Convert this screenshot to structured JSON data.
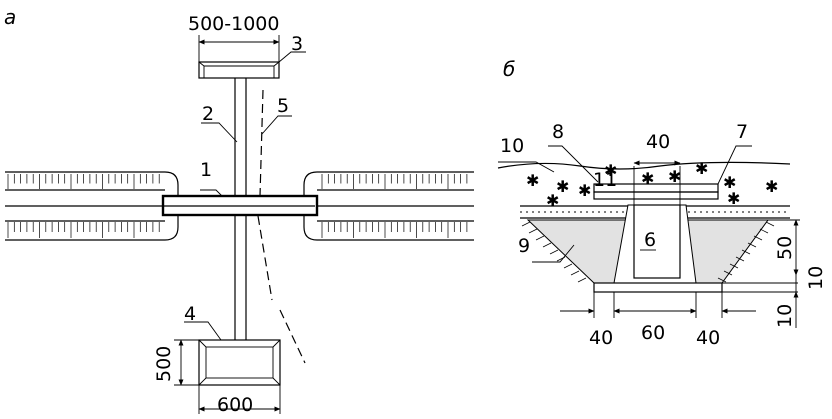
{
  "panels": {
    "a": "а",
    "b": "б"
  },
  "plan_view": {
    "dims": {
      "top_width": "500-1000",
      "bottom_height": "500",
      "bottom_width": "600"
    },
    "labels": {
      "l1": "1",
      "l2": "2",
      "l3": "3",
      "l4": "4",
      "l5": "5"
    }
  },
  "section_view": {
    "dims": {
      "d40_top": "40",
      "d60": "60",
      "d40_left": "40",
      "d40_right": "40",
      "d50": "50",
      "d10_upper": "10",
      "d10_lower": "10"
    },
    "labels": {
      "l6": "6",
      "l7": "7",
      "l8": "8",
      "l9": "9",
      "l10": "10",
      "l11": "11"
    }
  }
}
